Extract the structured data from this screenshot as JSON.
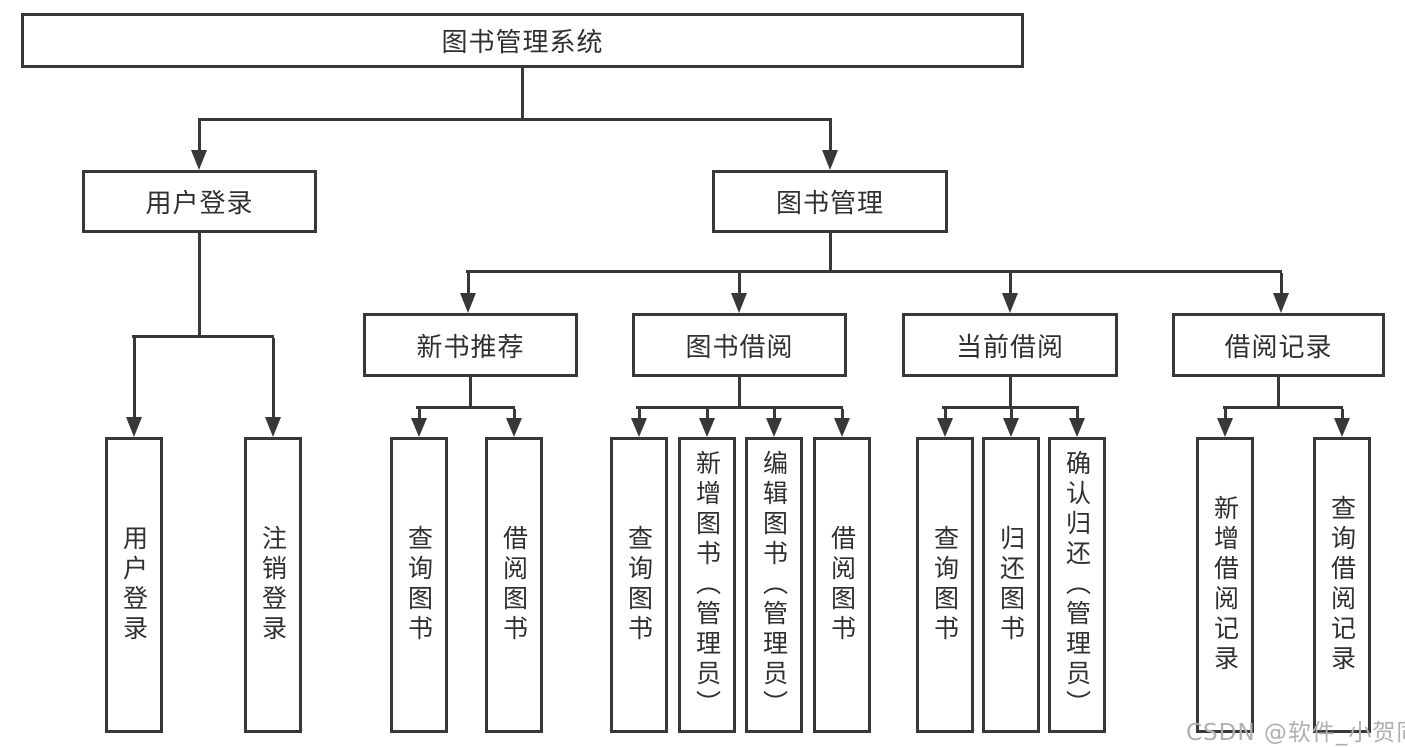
{
  "colors": {
    "line": "#383838",
    "ink": "#303030",
    "watermark": "#b0b0b0",
    "bg": "#ffffff"
  },
  "tree": {
    "root": "图书管理系统",
    "login": {
      "label": "用户登录",
      "children": [
        "用户登录",
        "注销登录"
      ]
    },
    "mgmt": {
      "label": "图书管理"
    },
    "rec": {
      "label": "新书推荐",
      "children": [
        "查询图书",
        "借阅图书"
      ]
    },
    "borrow": {
      "label": "图书借阅",
      "children": [
        "查询图书",
        "新增图书（管理员）",
        "编辑图书（管理员）",
        "借阅图书"
      ]
    },
    "current": {
      "label": "当前借阅",
      "children": [
        "查询图书",
        "归还图书",
        "确认归还（管理员）"
      ]
    },
    "records": {
      "label": "借阅记录",
      "children": [
        "新增借阅记录",
        "查询借阅记录"
      ]
    }
  },
  "watermark": "CSDN @软件_小贺同学"
}
